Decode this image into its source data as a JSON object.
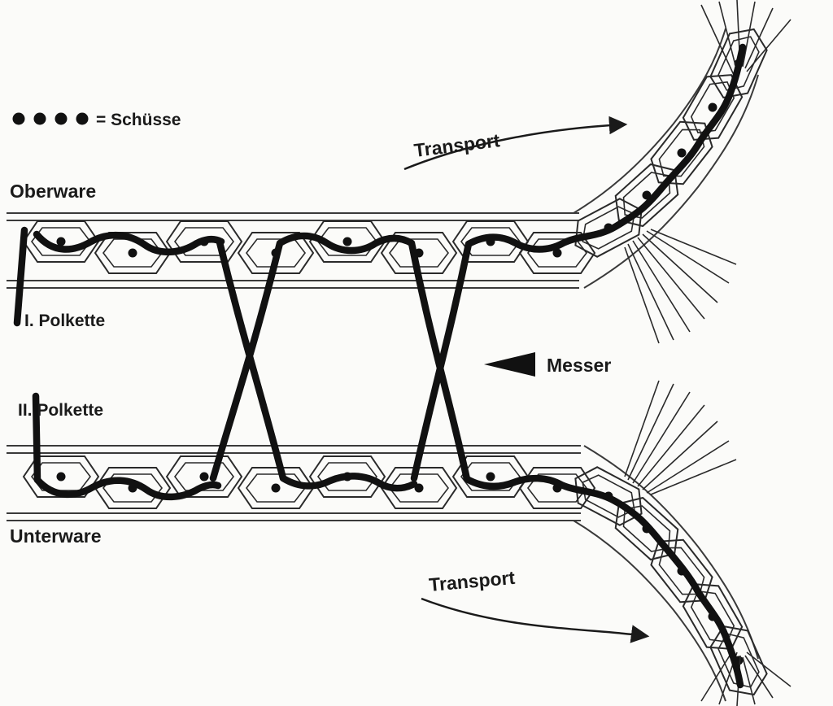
{
  "legend": {
    "label": "= Schüsse",
    "dot_count": 4
  },
  "labels": {
    "oberware": "Oberware",
    "polkette_1": "I. Polkette",
    "polkette_2": "II. Polkette",
    "messer": "Messer",
    "unterware": "Unterware",
    "transport_top": "Transport",
    "transport_bottom": "Transport"
  },
  "colors": {
    "ink": "#1a1a1a",
    "background": "#fbfbf9"
  }
}
